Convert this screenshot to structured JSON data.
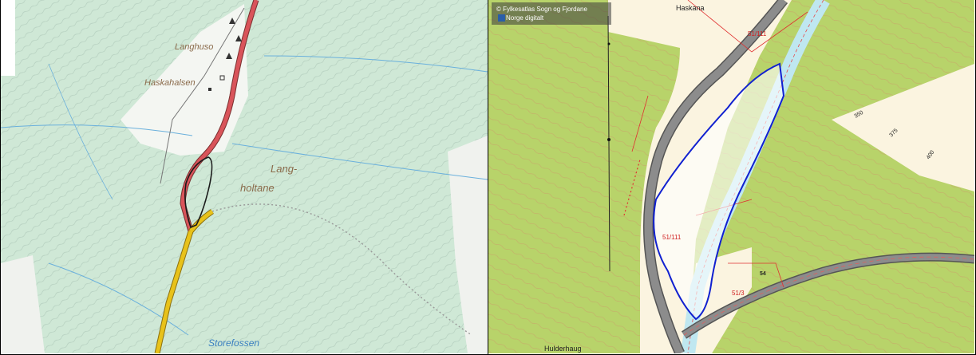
{
  "left_map": {
    "labels": {
      "langhuso": "Langhuso",
      "haskahalsen": "Haskahalsen",
      "lang": "Lang-",
      "holtane": "holtane",
      "storefossen": "Storefossen"
    },
    "colors": {
      "terrain_green": "#cfe8d6",
      "open_land": "#f4f6f2",
      "contour": "#b9cfc0",
      "road_main": "#d9545a",
      "road_yellow": "#e8c21a",
      "stream": "#6ab0dc",
      "boundary": "#1a1a1a"
    }
  },
  "right_map": {
    "copyright": "© Fylkesatlas Sogn og Fjordane",
    "copyright2": "Norge digitalt",
    "labels": {
      "haskana": "Haskana",
      "hulderhaug": "Hulderhaug",
      "parcel_top": "51/111",
      "parcel_mid": "51/111",
      "parcel_low": "51/3",
      "road_num": "54",
      "elev_350": "350",
      "elev_375": "375",
      "elev_400": "400"
    },
    "colors": {
      "forest": "#b8d36a",
      "open": "#fbf4e0",
      "river": "#bfe7f0",
      "road_grey": "#8c8c8c",
      "property_red": "#e03030",
      "area_blue": "#1020d0"
    }
  }
}
